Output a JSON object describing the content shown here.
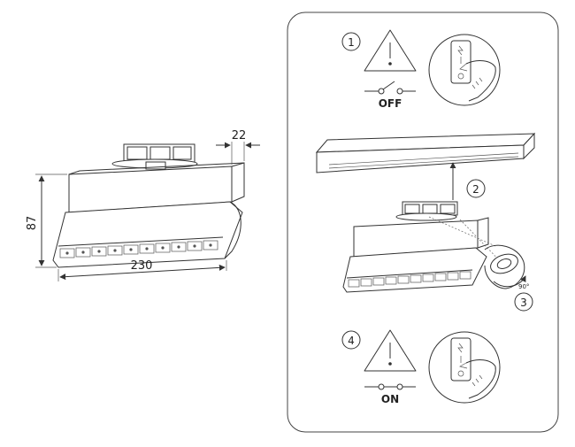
{
  "dimensions": {
    "width_label": "230",
    "height_label": "87",
    "depth_label": "22"
  },
  "steps": [
    {
      "number": "1",
      "state_label": "OFF"
    },
    {
      "number": "2"
    },
    {
      "number": "3",
      "angle_label": "90°"
    },
    {
      "number": "4",
      "state_label": "ON"
    }
  ],
  "colors": {
    "line": "#333333",
    "panel_border": "#444444",
    "background": "#ffffff"
  },
  "icons": [
    "warning-triangle-icon",
    "switch-off-icon",
    "switch-on-icon",
    "breaker-hand-icon"
  ]
}
